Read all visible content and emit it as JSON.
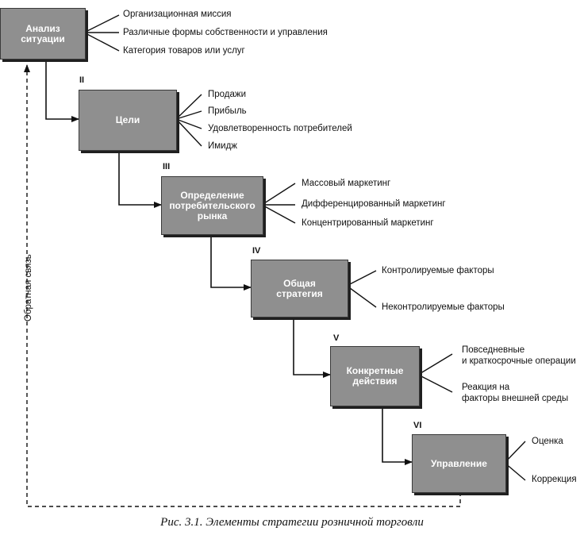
{
  "stages": [
    {
      "number": "",
      "title": "Анализ\nситуации",
      "items": [
        "Организационная миссия",
        "Различные формы собственности и управления",
        "Категория товаров или услуг"
      ]
    },
    {
      "number": "II",
      "title": "Цели",
      "items": [
        "Продажи",
        "Прибыль",
        "Удовлетворенность потребителей",
        "Имидж"
      ]
    },
    {
      "number": "III",
      "title": "Определение\nпотребительского\nрынка",
      "items": [
        "Массовый маркетинг",
        "Дифференцированный маркетинг",
        "Концентрированный маркетинг"
      ]
    },
    {
      "number": "IV",
      "title": "Общая\nстратегия",
      "items": [
        "Контролируемые факторы",
        "Неконтролируемые факторы"
      ]
    },
    {
      "number": "V",
      "title": "Конкретные\nдействия",
      "items": [
        "Повседневные\nи краткосрочные операции",
        "Реакция на\nфакторы внешней среды"
      ]
    },
    {
      "number": "VI",
      "title": "Управление",
      "items": [
        "Оценка",
        "Коррекция"
      ]
    }
  ],
  "feedback_label": "Обратная связь",
  "caption": "Рис. 3.1. Элементы стратегии розничной торговли"
}
